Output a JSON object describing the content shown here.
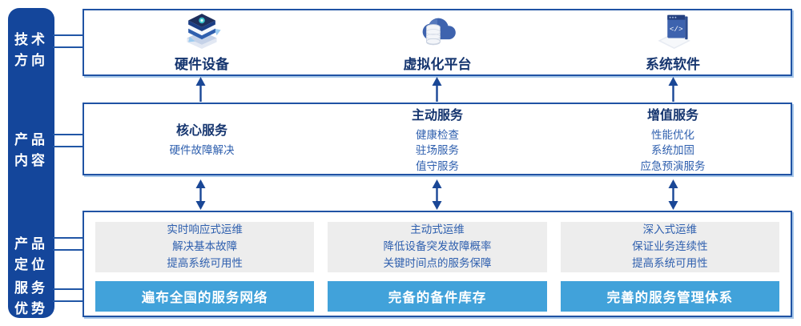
{
  "sidebar": {
    "tech_direction": "技术\n方向",
    "product_content": "产品\n内容",
    "product_positioning": "产品\n定位",
    "service_advantage": "服务\n优势"
  },
  "tech_row": {
    "items": [
      {
        "label": "硬件设备",
        "icon": "server-stack-icon"
      },
      {
        "label": "虚拟化平台",
        "icon": "cloud-database-icon"
      },
      {
        "label": "系统软件",
        "icon": "software-window-icon"
      }
    ]
  },
  "content_row": {
    "columns": [
      {
        "title": "核心服务",
        "items": [
          "硬件故障解决"
        ]
      },
      {
        "title": "主动服务",
        "items": [
          "健康检查",
          "驻场服务",
          "值守服务"
        ]
      },
      {
        "title": "增值服务",
        "items": [
          "性能优化",
          "系统加固",
          "应急预演服务"
        ]
      }
    ]
  },
  "positioning_row": {
    "columns": [
      {
        "points": [
          "实时响应式运维",
          "解决基本故障",
          "提高系统可用性"
        ],
        "banner": "遍布全国的服务网络"
      },
      {
        "points": [
          "主动式运维",
          "降低设备突发故障概率",
          "关键时间点的服务保障"
        ],
        "banner": "完备的备件库存"
      },
      {
        "points": [
          "深入式运维",
          "保证业务连续性",
          "提高系统可用性"
        ],
        "banner": "完善的服务管理体系"
      }
    ]
  },
  "colors": {
    "sidebar_blue": "#14469B",
    "box_border_blue": "#2053A4",
    "banner_blue": "#41A2DA",
    "heading_navy": "#15356F",
    "body_text_blue": "#2E5FAE",
    "panel_gray": "#EDEDED",
    "arrow_navy": "#1A4796"
  }
}
